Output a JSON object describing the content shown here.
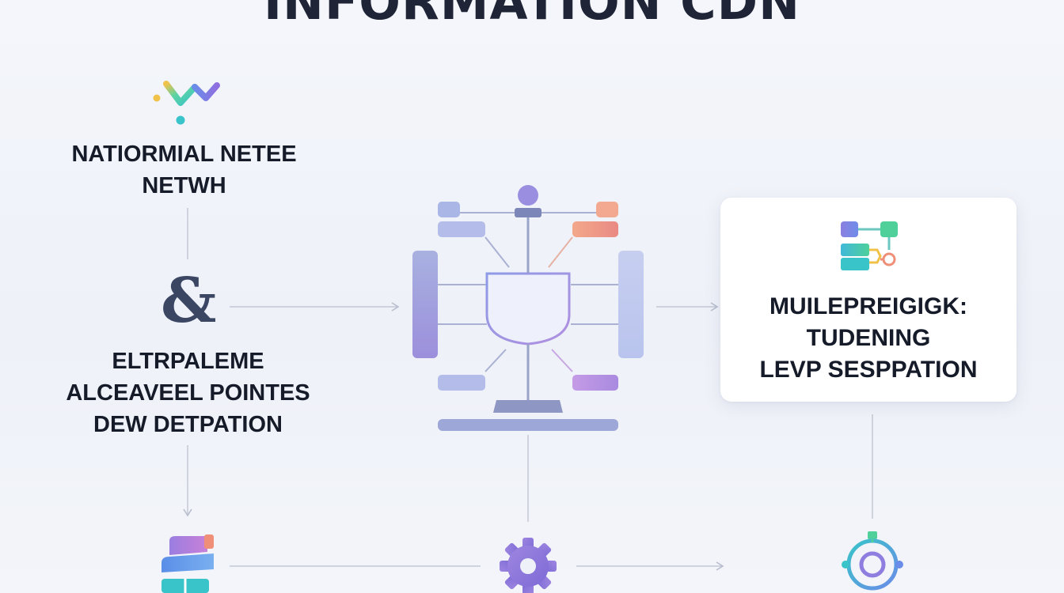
{
  "diagram": {
    "title": "INFORMATION CDN",
    "top_left_label": [
      "NATIORMIAL NETEE",
      "NETWH"
    ],
    "ampersand": "&",
    "mid_left_label": [
      "ELTRPALEME",
      "ALCEAVEEL POINTES",
      "DEW DETPATION"
    ],
    "card_label": [
      "MUILEPREIGIGK:",
      "TUDENING",
      "LEVP SESPPATION"
    ]
  },
  "icons": {
    "logo": "logo-chevron-icon",
    "hub": "network-hub-icon",
    "card": "flow-blocks-icon",
    "bottom_left": "stacked-layers-icon",
    "bottom_center": "gear-icon",
    "bottom_right": "target-node-icon"
  },
  "colors": {
    "accent_purple": "#8f7ee0",
    "accent_teal": "#38c4c9",
    "accent_coral": "#ef8f78",
    "accent_green": "#4fd09b",
    "connector": "#b7bdcc",
    "text_dark": "#161b29"
  }
}
